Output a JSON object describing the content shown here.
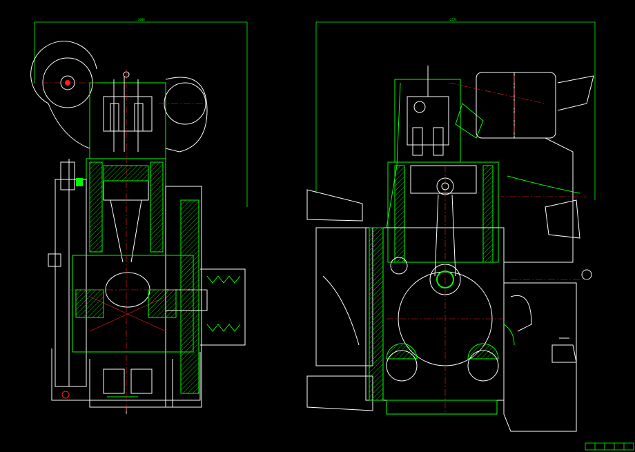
{
  "drawing": {
    "background": "#000000",
    "colors": {
      "outline": "#ffffff",
      "section": "#00ff00",
      "hatch": "#00cc00",
      "centerline": "#ff2020",
      "dimension": "#00ff00"
    },
    "views": [
      {
        "id": "side-section-view",
        "dimension_label": "2000"
      },
      {
        "id": "front-section-view",
        "dimension_label": "2274"
      }
    ],
    "title_block": {
      "cells": [
        "",
        "",
        "",
        "",
        ""
      ]
    }
  }
}
